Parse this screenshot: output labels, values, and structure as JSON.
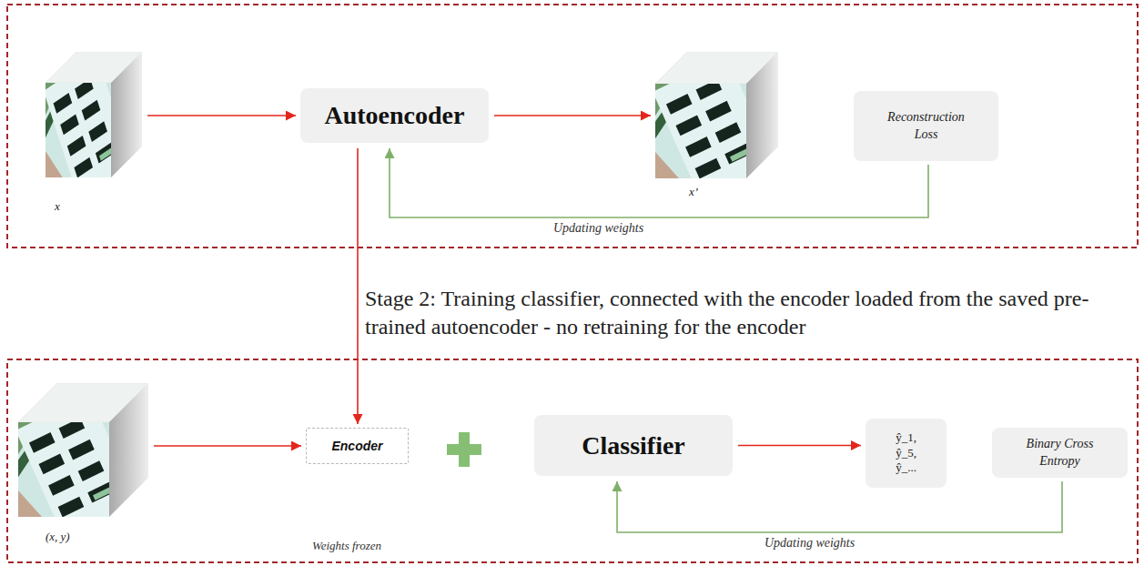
{
  "diagram": {
    "nodes": [
      {
        "text": [
          "x"
        ]
      },
      {
        "text": [
          "Autoencoder"
        ]
      },
      {
        "text": [
          "x’"
        ]
      },
      {
        "text": [
          "Reconstruction Loss"
        ]
      },
      {
        "text": [
          "(x, y)"
        ]
      },
      {
        "text": [
          "Encoder"
        ]
      },
      {
        "text": [
          "Classifier"
        ]
      },
      {
        "text": [
          "ŷ_1, ŷ_5, ŷ_..."
        ]
      },
      {
        "text": [
          "Binary Cross Entropy"
        ]
      }
    ],
    "edges": [
      {
        "from": 0,
        "to": 1,
        "arrow": "to"
      },
      {
        "from": 1,
        "to": 2,
        "arrow": "to"
      },
      {
        "from": 3,
        "to": 1,
        "label": "Updating weights",
        "arrow": "to"
      },
      {
        "from": 1,
        "to": 5,
        "label": "Stage 2: Training classifier, connected with the encoder loaded from the saved pre-trained autoencoder - no retraining for the encoder",
        "arrow": "to"
      },
      {
        "from": 4,
        "to": 5,
        "arrow": "to"
      },
      {
        "from": 6,
        "to": 7,
        "arrow": "to"
      },
      {
        "from": 8,
        "to": 6,
        "label": "Updating weights",
        "arrow": "to"
      }
    ],
    "labels": [
      "Weights frozen"
    ]
  }
}
